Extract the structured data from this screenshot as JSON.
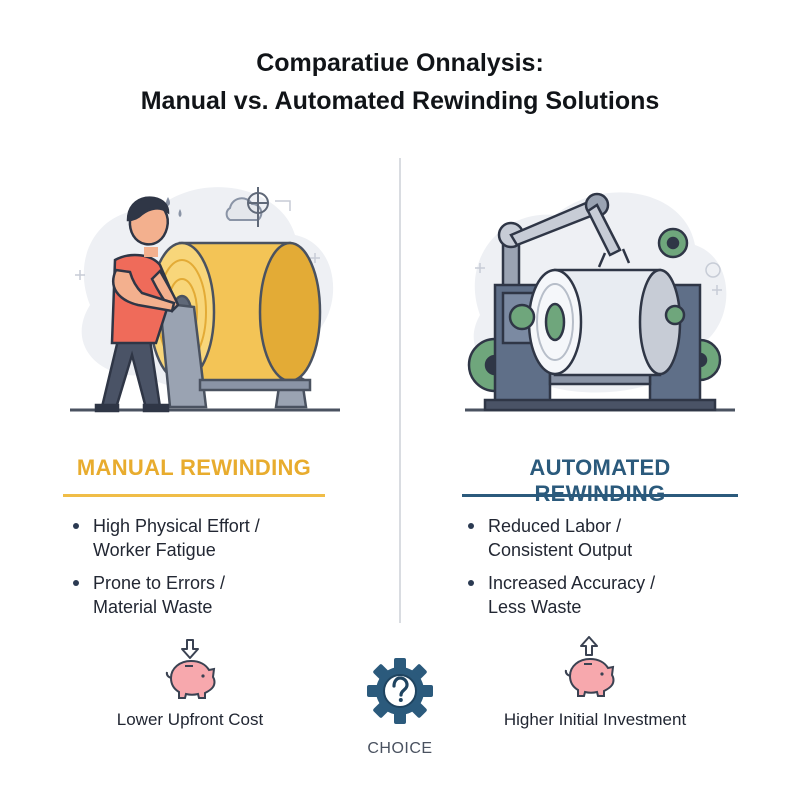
{
  "title": {
    "line1": "Comparatiue Onnalysis:",
    "line2": "Manual vs. Automated Rewinding Solutions"
  },
  "manual": {
    "heading": "MANUAL REWINDING",
    "points": [
      {
        "line1": "High Physical Effort /",
        "line2": "Worker Fatigue"
      },
      {
        "line1": "Prone to Errors /",
        "line2": "Material Waste"
      }
    ],
    "cost_label": "Lower Upfront Cost",
    "cost_arrow": "down-arrow-icon"
  },
  "automated": {
    "heading": "AUTOMATED REWINDING",
    "points": [
      {
        "line1": "Reduced Labor /",
        "line2": "Consistent Output"
      },
      {
        "line1": "Increased Accuracy /",
        "line2": "Less Waste"
      }
    ],
    "cost_label": "Higher Initial Investment",
    "cost_arrow": "up-arrow-icon"
  },
  "center": {
    "label": "CHOICE",
    "icon": "question-gear-icon"
  },
  "colors": {
    "manual_accent": "#e8ac2e",
    "automated_accent": "#2b5a7c",
    "divider": "#d9dce1",
    "piggy_bank": "#f7a8ad"
  }
}
